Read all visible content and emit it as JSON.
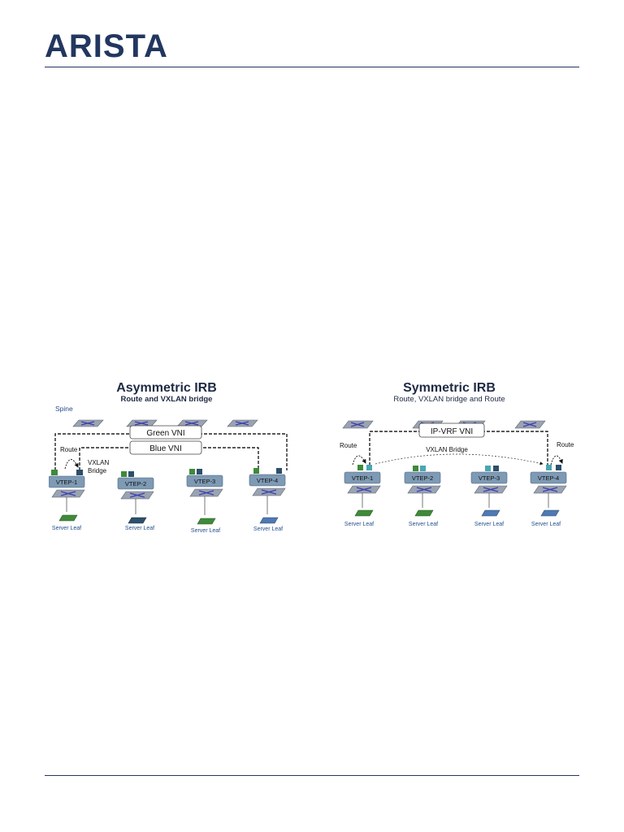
{
  "brand": {
    "logo_text": "ARISTA",
    "color": "#22375f"
  },
  "colors": {
    "green_port": "#3f8a3a",
    "teal_port": "#49a6b3",
    "navy_port": "#2d4f6b",
    "vtep_fill": "#7e9ab4",
    "switch_fill": "#9aa3b1",
    "router_mark": "#3d3fb0"
  },
  "diagrams": {
    "asymmetric": {
      "title": "Asymmetric IRB",
      "subtitle": "Route and VXLAN bridge",
      "spine_label": "Spine",
      "green_vni": "Green VNI",
      "blue_vni": "Blue VNI",
      "route_label": "Route",
      "bridge_label_1": "VXLAN",
      "bridge_label_2": "Bridge",
      "vteps": [
        "VTEP-1",
        "VTEP-2",
        "VTEP-3",
        "VTEP-4"
      ],
      "server_labels": [
        "Server Leaf",
        "Server Leaf",
        "Server Leaf",
        "Server Leaf"
      ]
    },
    "symmetric": {
      "title": "Symmetric IRB",
      "subtitle": "Route, VXLAN bridge and Route",
      "vrf_vni": "IP-VRF VNI",
      "route_left": "Route",
      "route_right": "Route",
      "bridge_label": "VXLAN Bridge",
      "vteps": [
        "VTEP-1",
        "VTEP-2",
        "VTEP-3",
        "VTEP-4"
      ],
      "server_labels": [
        "Server Leaf",
        "Server Leaf",
        "Server Leaf",
        "Server Leaf"
      ]
    }
  }
}
